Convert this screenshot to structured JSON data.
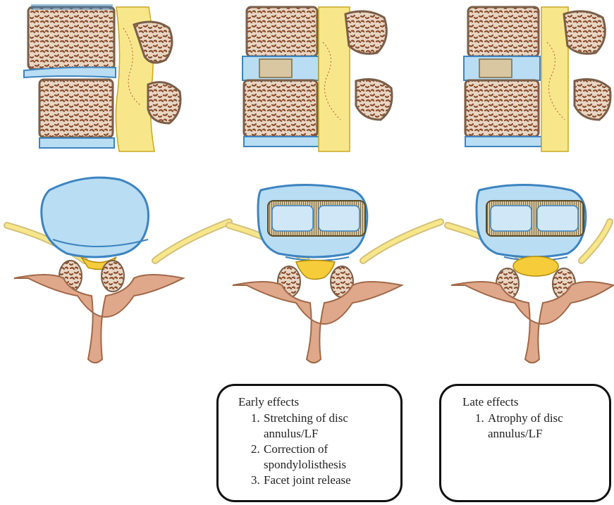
{
  "panels": [
    {
      "id": "native",
      "label": ""
    },
    {
      "id": "early",
      "label": ""
    },
    {
      "id": "late",
      "label": ""
    }
  ],
  "boxes": {
    "early": {
      "title": "Early effects",
      "items": [
        {
          "num": "1.",
          "text": "Stretching of disc annulus/LF"
        },
        {
          "num": "2.",
          "text": "Correction of spondylolisthesis"
        },
        {
          "num": "3.",
          "text": "Facet joint release"
        }
      ]
    },
    "late": {
      "title": "Late effects",
      "items": [
        {
          "num": "1.",
          "text": "Atrophy of disc annulus/LF"
        }
      ]
    }
  },
  "colors": {
    "bone": "#e8d6c4",
    "bone_outline": "#7a5e48",
    "trabecula": "#8a4b2a",
    "disc": "#b9ddf3",
    "disc_outline": "#3d84c0",
    "ligament": "#f7e78a",
    "cage": "#d8c7a0",
    "nerve": "#f6cc3a"
  }
}
